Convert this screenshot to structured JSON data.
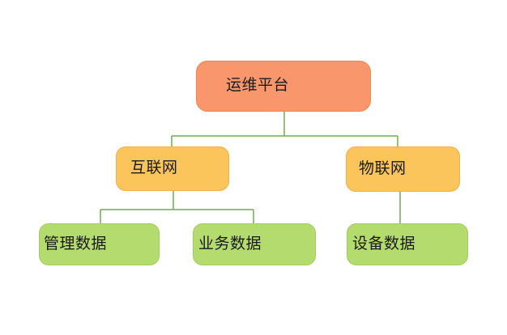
{
  "diagram": {
    "type": "org-chart-tree",
    "nodes": {
      "root": {
        "label": "运维平台",
        "level": 1,
        "fill": "#F9966B"
      },
      "internet": {
        "label": "互联网",
        "level": 2,
        "fill": "#FBC55C"
      },
      "iot": {
        "label": "物联网",
        "level": 2,
        "fill": "#FBC55C"
      },
      "mgmt": {
        "label": "管理数据",
        "level": 3,
        "fill": "#B4DB6E"
      },
      "business": {
        "label": "业务数据",
        "level": 3,
        "fill": "#B4DB6E"
      },
      "device": {
        "label": "设备数据",
        "level": 3,
        "fill": "#B4DB6E"
      }
    },
    "edges": [
      {
        "from": "运维平台",
        "to": "互联网"
      },
      {
        "from": "运维平台",
        "to": "物联网"
      },
      {
        "from": "互联网",
        "to": "管理数据"
      },
      {
        "from": "互联网",
        "to": "业务数据"
      },
      {
        "from": "物联网",
        "to": "设备数据"
      }
    ],
    "colors": {
      "connector": "#6FAD4A",
      "text": "#1A1A1A",
      "background": "#FFFFFF",
      "root_fill": "#F9966B",
      "level2_fill": "#FBC55C",
      "level3_fill": "#B4DB6E"
    }
  }
}
